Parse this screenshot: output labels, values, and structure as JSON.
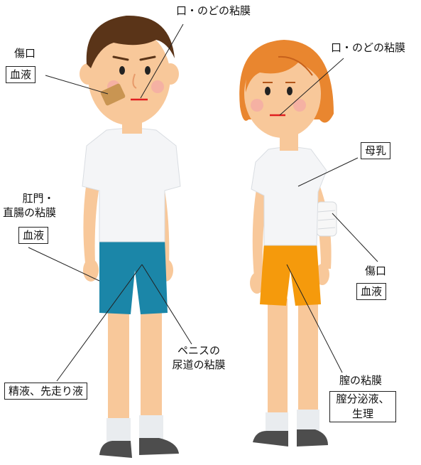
{
  "boy": {
    "mouth_throat": "口・のどの粘膜",
    "wound": "傷口",
    "wound_fluid": "血液",
    "anus_line1": "肛門・",
    "anus_line2": "直腸の粘膜",
    "anus_fluid": "血液",
    "penis_line1": "ペニスの",
    "penis_line2": "尿道の粘膜",
    "semen": "精液、先走り液"
  },
  "girl": {
    "mouth_throat": "口・のどの粘膜",
    "breast_milk": "母乳",
    "wound": "傷口",
    "wound_fluid": "血液",
    "vagina": "膣の粘膜",
    "vagina_fluid_line1": "膣分泌液、",
    "vagina_fluid_line2": "生理"
  },
  "colors": {
    "skin": "#f8c89a",
    "boy_hair": "#5a3418",
    "girl_hair": "#e9862f",
    "shirt": "#f4f5f7",
    "boy_shorts": "#1b86a8",
    "girl_shorts": "#f59a0c",
    "socks": "#e9ecef",
    "shoes": "#4d4d4d",
    "bandage": "#c99552"
  }
}
